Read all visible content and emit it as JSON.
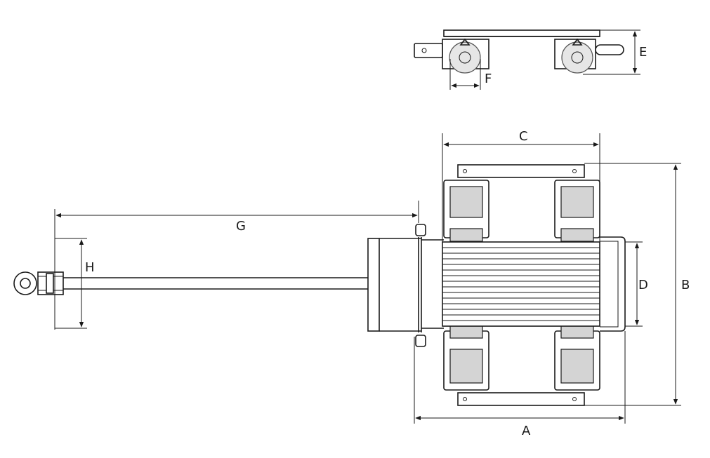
{
  "colors": {
    "line": "#1a1a1a",
    "pad": "#d4d4d4",
    "background": "#ffffff"
  },
  "dimension_labels": {
    "a": "A",
    "b": "B",
    "c": "C",
    "d": "D",
    "e": "E",
    "f": "F",
    "g": "G",
    "h": "H"
  }
}
